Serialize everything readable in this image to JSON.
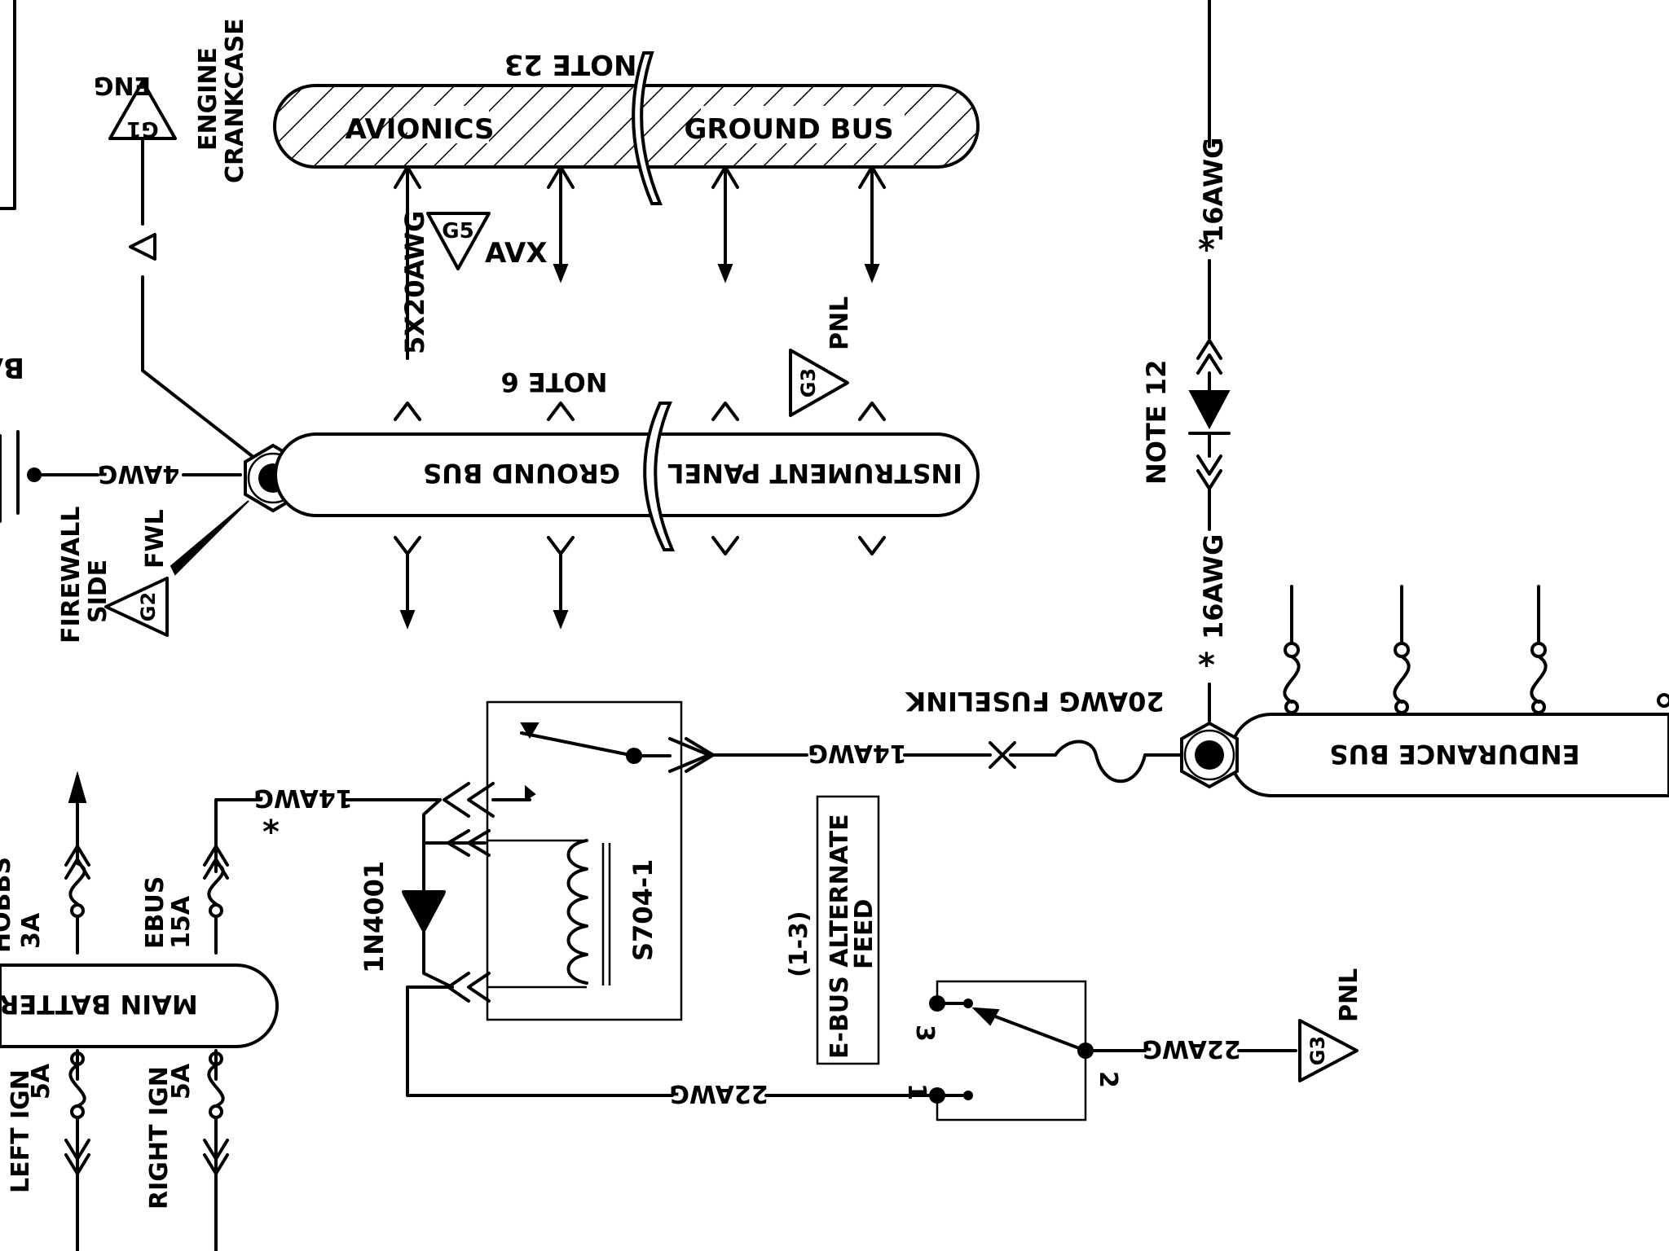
{
  "buses": {
    "avionics_ground_bus_left": "AVIONICS",
    "avionics_ground_bus_right": "GROUND  BUS",
    "avionics_note": "NOTE 23",
    "panel_bus_left": "GROUND  BUS",
    "panel_bus_right": "INSTRUMENT  PANEL",
    "panel_note": "NOTE 6",
    "main_battery": "MAIN  BATTERY",
    "endurance_bus": "ENDURANCE  BUS"
  },
  "grounds": {
    "g1": {
      "id": "G1",
      "tag": "ENG",
      "label_line1": "ENGINE",
      "label_line2": "CRANKCASE"
    },
    "g2": {
      "id": "G2",
      "tag": "FWL",
      "label_line1": "FIREWALL",
      "label_line2": "SIDE"
    },
    "g3_top": {
      "id": "G3",
      "tag": "PNL"
    },
    "g3_bottom": {
      "id": "G3",
      "tag": "PNL"
    },
    "g5": {
      "id": "G5",
      "tag": "AVX"
    }
  },
  "wires": {
    "avionics_ground_wire": "5X20AWG",
    "battery_ground_wire": "4AWG",
    "relay_feed_wire": "14AWG",
    "relay_out_wire": "14AWG",
    "fuselink": "20AWG  FUSELINK",
    "ebus_upper_wire": "16AWG",
    "ebus_lower_wire": "16AWG",
    "switch_ground_wire": "22AWG",
    "switch_return_wire": "22AWG",
    "asterisk": "*"
  },
  "components": {
    "relay": "S704-1",
    "diode": "1N4001",
    "diode_note": "NOTE  12",
    "battery_partial": "BATTE",
    "switch_label_line1": "E-BUS  ALTERNATE",
    "switch_label_line2": "FEED",
    "switch_range": "(1-3)",
    "switch_pin1": "1",
    "switch_pin2": "2",
    "switch_pin3": "3"
  },
  "breakers": {
    "hobbs_line1": "HOBBS",
    "hobbs_line2": "3A",
    "ebus_line1": "EBUS",
    "ebus_line2": "15A",
    "left_ign_line1": "LEFT  IGN",
    "left_ign_line2": "5A",
    "right_ign_line1": "RIGHT  IGN",
    "right_ign_line2": "5A"
  }
}
